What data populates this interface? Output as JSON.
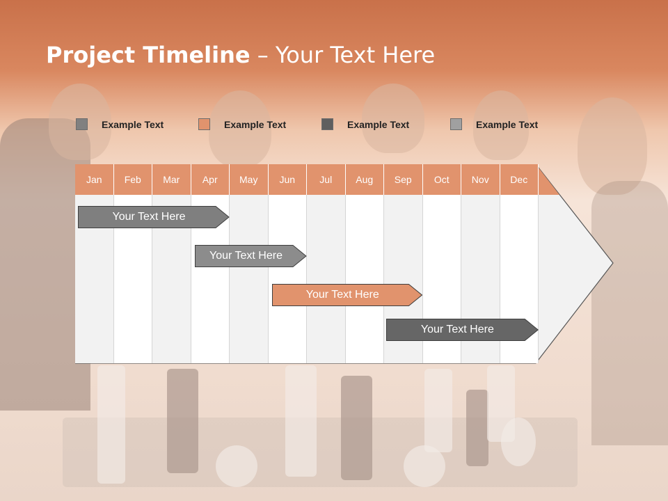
{
  "slide": {
    "title_bold": "Project Timeline",
    "title_rest": " – Your Text Here"
  },
  "legend": [
    {
      "label": "Example Text",
      "color": "#808080"
    },
    {
      "label": "Example Text",
      "color": "#e1936d"
    },
    {
      "label": "Example Text",
      "color": "#5f5f5f"
    },
    {
      "label": "Example Text",
      "color": "#a0a0a0"
    }
  ],
  "timeline": {
    "months": [
      "Jan",
      "Feb",
      "Mar",
      "Apr",
      "May",
      "Jun",
      "Jul",
      "Aug",
      "Sep",
      "Oct",
      "Nov",
      "Dec"
    ],
    "header_color": "#e1936d",
    "tasks": [
      {
        "label": "Your  Text Here",
        "color": "#7f7f7f",
        "start_month": "Jan",
        "end_month": "Apr"
      },
      {
        "label": "Your  Text Here",
        "color": "#8c8c8c",
        "start_month": "Apr",
        "end_month": "Jun"
      },
      {
        "label": "Your  Text Here",
        "color": "#e1936d",
        "start_month": "Jun",
        "end_month": "Sep"
      },
      {
        "label": "Your  Text Here",
        "color": "#666666",
        "start_month": "Sep",
        "end_month": "Dec"
      }
    ]
  }
}
